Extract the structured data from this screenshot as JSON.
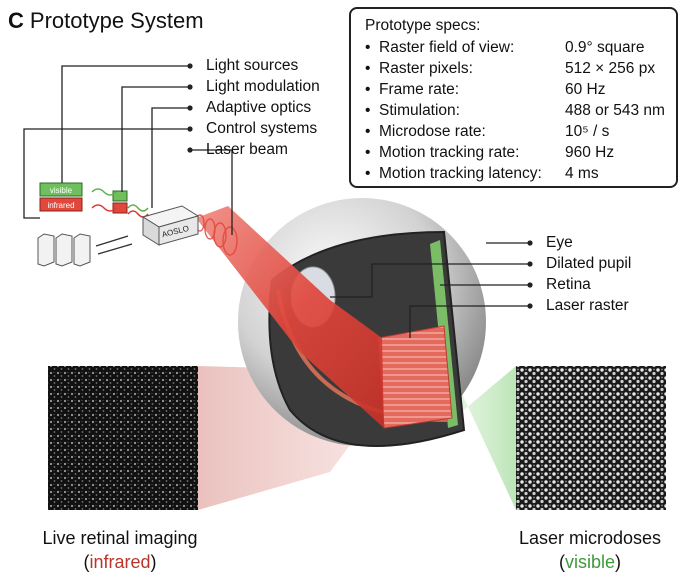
{
  "title": {
    "letter": "C",
    "text": "Prototype System"
  },
  "specs": {
    "heading": "Prototype specs:",
    "rows": [
      {
        "label": "Raster field of view:",
        "value": "0.9° square"
      },
      {
        "label": "Raster pixels:",
        "value": "512 × 256 px"
      },
      {
        "label": "Frame rate:",
        "value": "60 Hz"
      },
      {
        "label": "Stimulation:",
        "value": "488 or 543 nm"
      },
      {
        "label": "Microdose rate:",
        "value": "10⁵ / s"
      },
      {
        "label": "Motion tracking rate:",
        "value": "960 Hz"
      },
      {
        "label": "Motion tracking latency:",
        "value": "4 ms"
      }
    ]
  },
  "system_labels": [
    "Light sources",
    "Light modulation",
    "Adaptive optics",
    "Control systems",
    "Laser beam"
  ],
  "eye_labels": [
    "Eye",
    "Dilated pupil",
    "Retina",
    "Laser raster"
  ],
  "device": {
    "visible": "visible",
    "infrared": "infrared",
    "aoslo": "AOSLO"
  },
  "captions": {
    "left_line1": "Live retinal imaging",
    "left_open": "(",
    "left_word": "infrared",
    "left_close": ")",
    "right_line1": "Laser microdoses",
    "right_open": "(",
    "right_word": "visible",
    "right_close": ")"
  },
  "colors": {
    "beam_red": "#e0463c",
    "visible_green": "#5fb04f",
    "infrared_red": "#d83a2e",
    "text_red": "#b8352a",
    "text_green": "#3f9a3a"
  }
}
